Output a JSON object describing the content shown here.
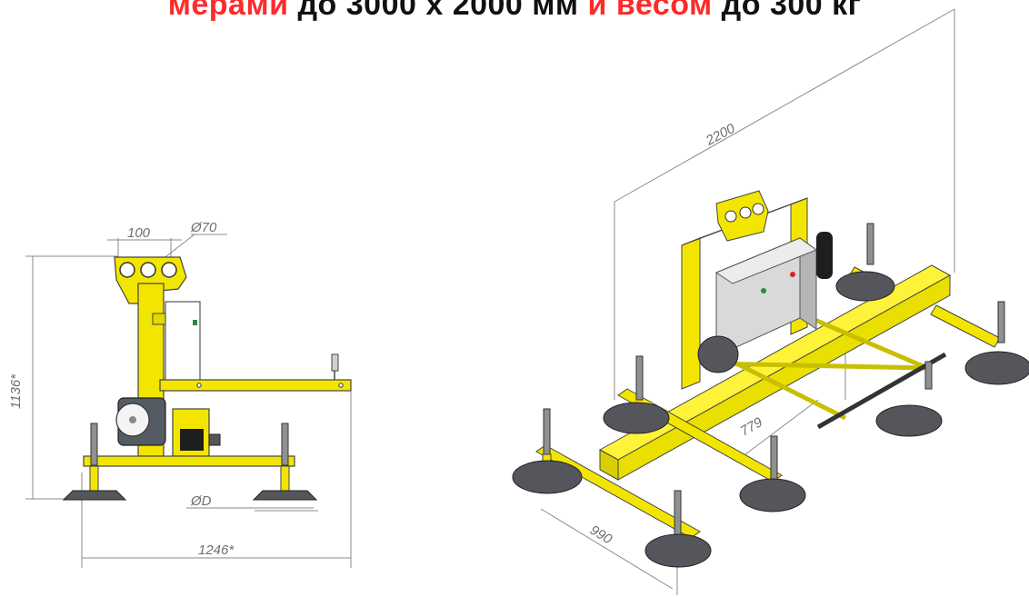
{
  "title": {
    "part1": "мерами",
    "part2": "до 3000 х 2000 мм",
    "part3": "и весом",
    "part4": "до 300 кг",
    "accent_color": "#ff2a2a",
    "text_color": "#111111"
  },
  "dimensions": {
    "top_width": "100",
    "diameter_top": "Ø70",
    "height": "1136*",
    "pad_diameter": "ØD",
    "base_width": "1246*",
    "iso_length": "2200",
    "iso_inner": "779",
    "iso_width": "990"
  },
  "colors": {
    "frame": "#f2e600",
    "frame_shade": "#c9bf00",
    "pad": "#55555c",
    "box": "#d9d9d9",
    "line": "#8a8a8a"
  }
}
